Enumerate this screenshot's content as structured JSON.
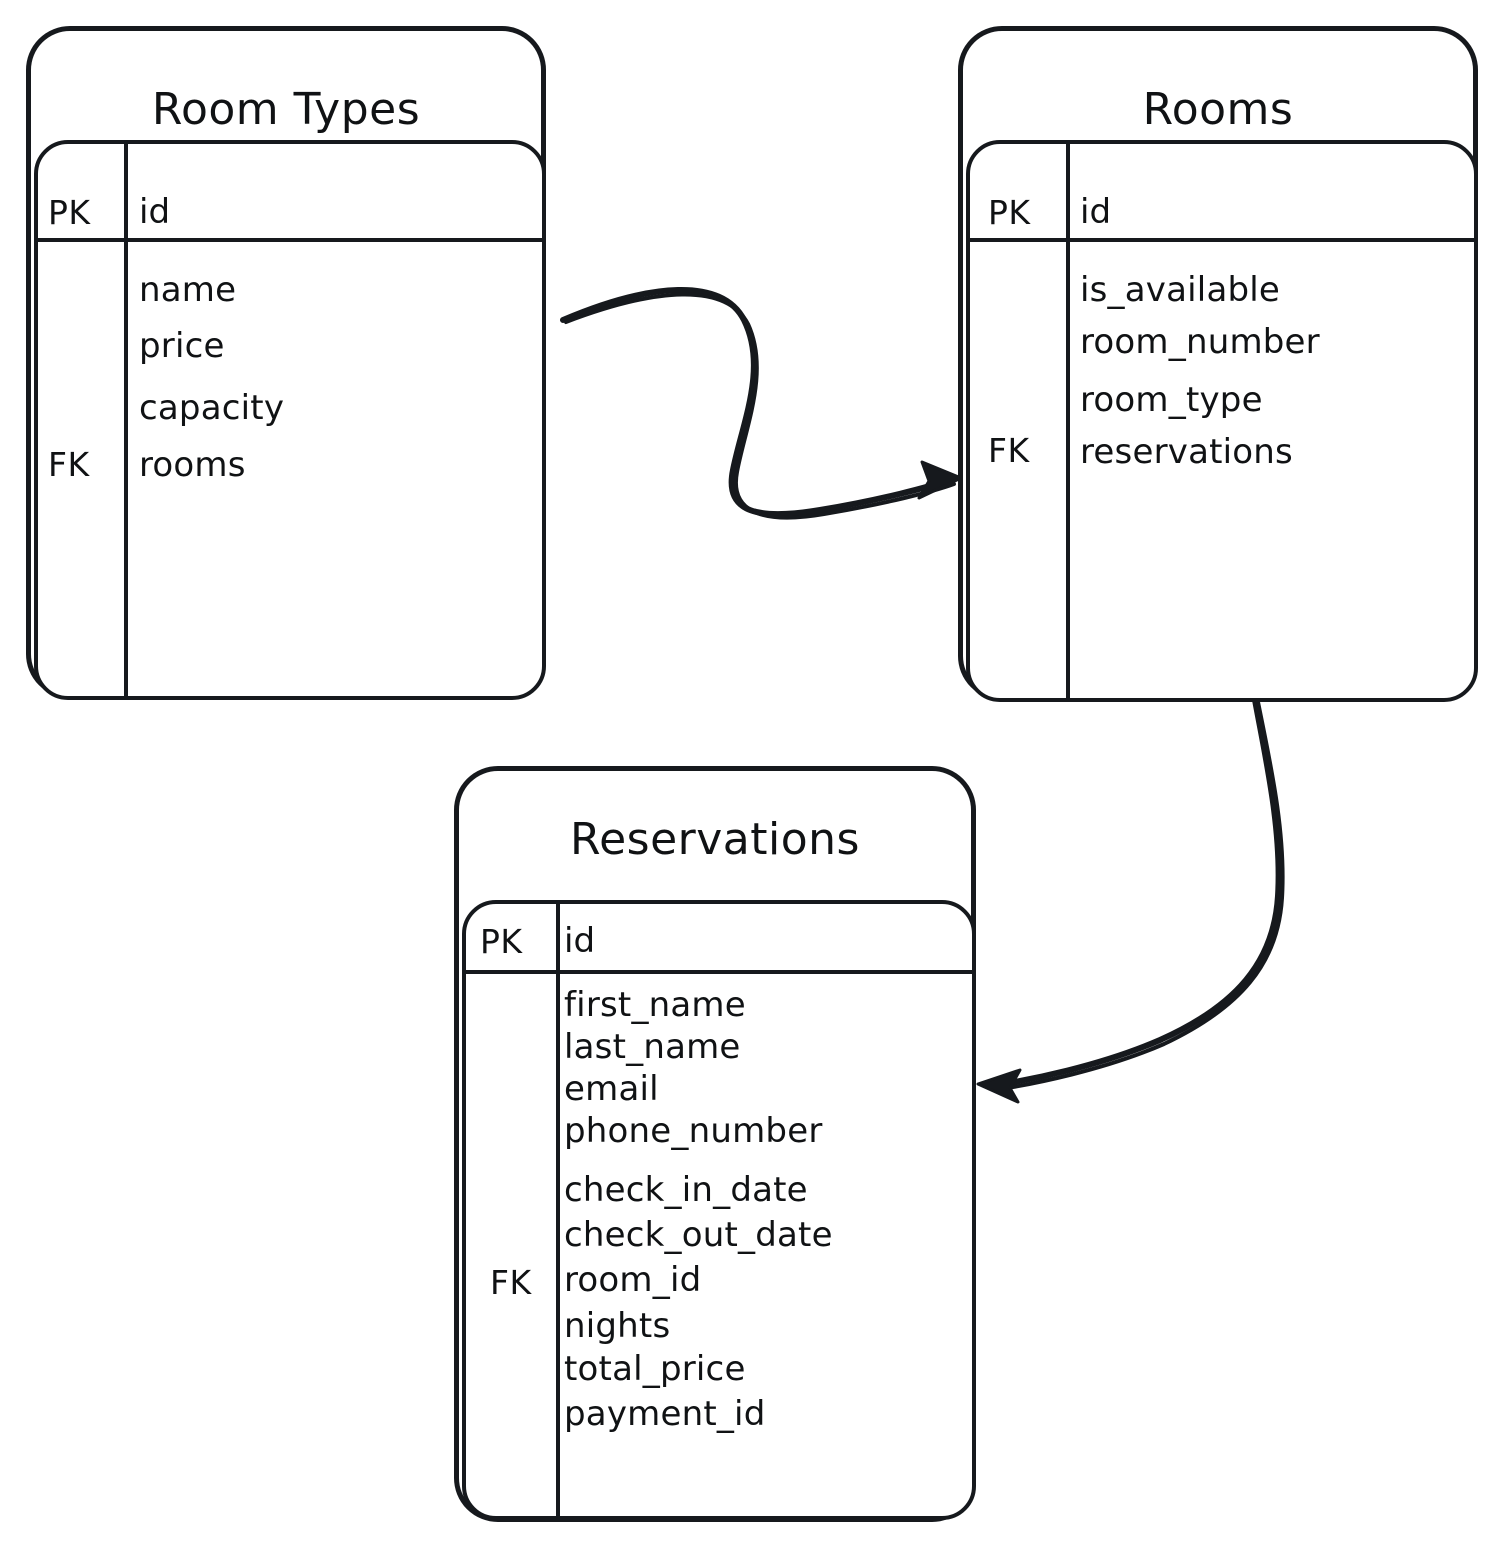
{
  "diagram": {
    "type": "entity-relationship-diagram",
    "style": "hand-drawn",
    "stroke_color": "#16191d",
    "background_color": "#ffffff",
    "entities": [
      {
        "name": "room-types",
        "title": "Room Types",
        "primary_key": {
          "key_label": "PK",
          "field": "id"
        },
        "foreign_key_label": "FK",
        "fields": [
          "name",
          "price",
          "capacity",
          "rooms"
        ],
        "foreign_key_field": "rooms"
      },
      {
        "name": "rooms",
        "title": "Rooms",
        "primary_key": {
          "key_label": "PK",
          "field": "id"
        },
        "foreign_key_label": "FK",
        "fields": [
          "is_available",
          "room_number",
          "room_type",
          "reservations"
        ],
        "foreign_key_field": "reservations"
      },
      {
        "name": "reservations",
        "title": "Reservations",
        "primary_key": {
          "key_label": "PK",
          "field": "id"
        },
        "foreign_key_label": "FK",
        "fields": [
          "first_name",
          "last_name",
          "email",
          "phone_number",
          "check_in_date",
          "check_out_date",
          "room_id",
          "nights",
          "total_price",
          "payment_id"
        ],
        "foreign_key_field": "room_id"
      }
    ],
    "relationships": [
      {
        "name": "room-types-to-rooms",
        "from": "Room Types",
        "to": "Rooms",
        "arrow": "single-headed"
      },
      {
        "name": "rooms-to-reservations",
        "from": "Rooms",
        "to": "Reservations",
        "arrow": "single-headed"
      }
    ]
  }
}
